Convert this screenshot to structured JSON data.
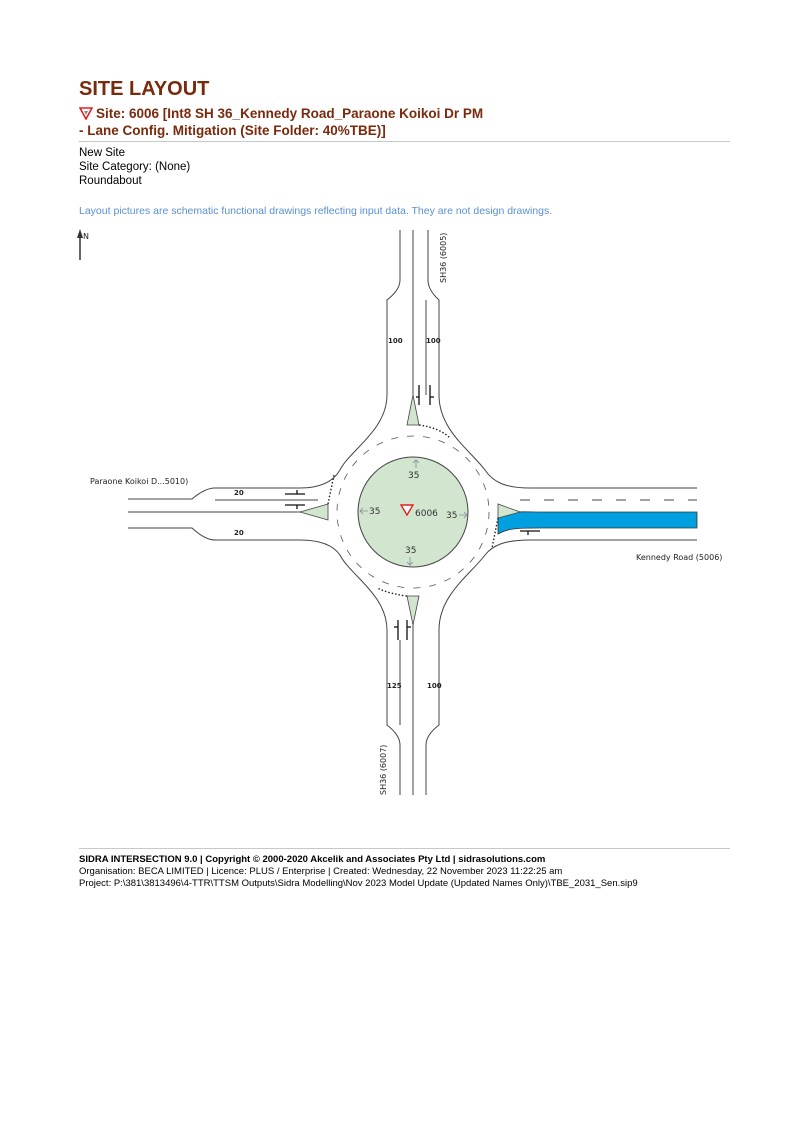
{
  "header": {
    "title": "SITE LAYOUT",
    "site_line1": "Site: 6006 [Int8 SH 36_Kennedy Road_Paraone Koikoi Dr PM",
    "site_line2": "- Lane Config. Mitigation  (Site Folder: 40%TBE)]",
    "site_icon": "give-way-triangle-icon"
  },
  "info": {
    "line1": "New Site",
    "line2": "Site Category: (None)",
    "line3": "Roundabout"
  },
  "note": "Layout pictures are schematic functional drawings reflecting input data. They are not design drawings.",
  "diagram": {
    "north_label": "N",
    "roads": {
      "north": "SH36 (6005)",
      "south": "SH36 (6007)",
      "west": "Paraone Koikoi D...5010)",
      "east": "Kennedy Road (5006)"
    },
    "lane_lengths": {
      "north_left": "100",
      "north_right": "100",
      "south_left": "125",
      "south_right": "100",
      "west_top": "20",
      "west_bottom": "20"
    },
    "island": {
      "site_id": "6006",
      "speed_n": "35",
      "speed_s": "35",
      "speed_w": "35",
      "speed_e": "35"
    },
    "colors": {
      "island": "#d2e5cf",
      "highlight_lane": "#00a0e0",
      "title": "#7a2a0c"
    }
  },
  "footer": {
    "line1": "SIDRA INTERSECTION 9.0  |  Copyright © 2000-2020 Akcelik and Associates Pty Ltd  |  sidrasolutions.com",
    "line2": "Organisation: BECA LIMITED  |  Licence: PLUS / Enterprise  |  Created: Wednesday, 22 November 2023 11:22:25 am",
    "line3": "Project:  P:\\381\\3813496\\4-TTR\\TTSM Outputs\\Sidra Modelling\\Nov 2023 Model Update (Updated Names Only)\\TBE_2031_Sen.sip9"
  }
}
